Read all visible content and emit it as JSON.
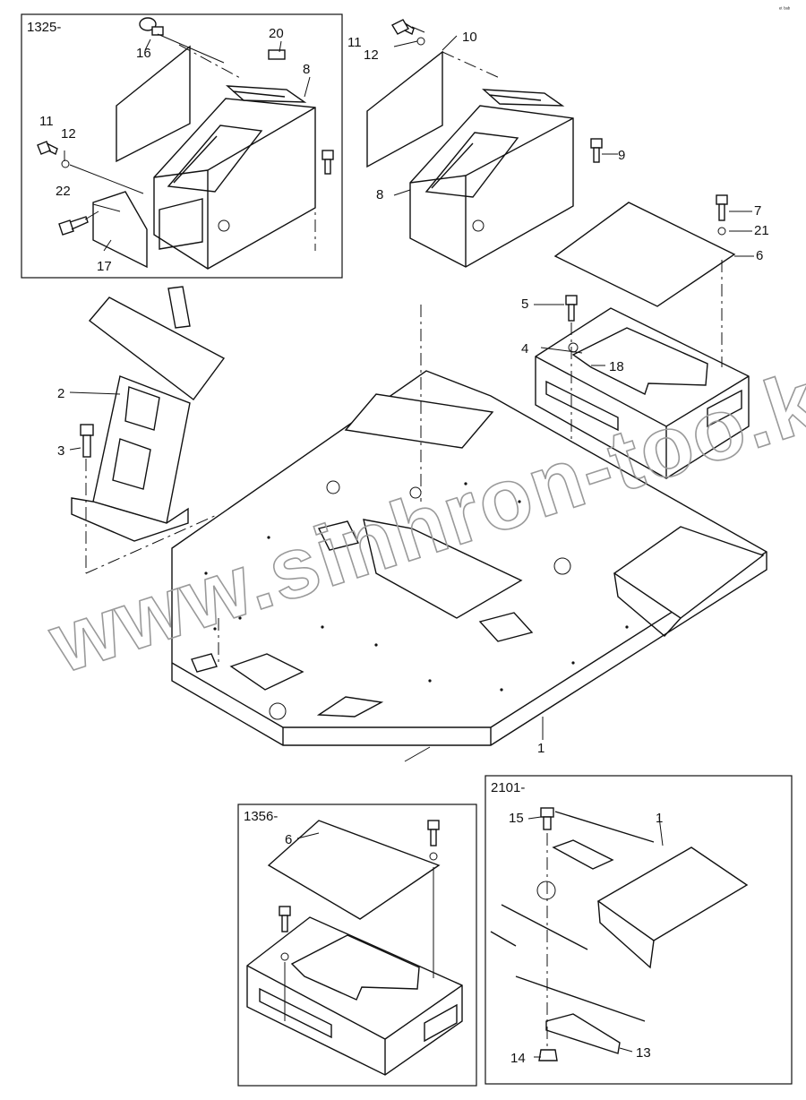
{
  "watermark": "www.sinhron-too.kz",
  "corner_note": "ᵉᵗ ᵇᵃᵇ",
  "insets": {
    "inset_1325": "1325-",
    "inset_1356": "1356-",
    "inset_2101": "2101-"
  },
  "callouts": {
    "c1": "1",
    "c2": "2",
    "c3": "3",
    "c4": "4",
    "c5": "5",
    "c6": "6",
    "c7": "7",
    "c8": "8",
    "c9": "9",
    "c10": "10",
    "c11": "11",
    "c12": "12",
    "c16": "16",
    "c17": "17",
    "c18": "18",
    "c20": "20",
    "c21": "21",
    "c22": "22",
    "i1325_8": "8",
    "i1325_11": "11",
    "i1325_12": "12",
    "i1325_16": "16",
    "i1325_17": "17",
    "i1325_20": "20",
    "i1325_22": "22",
    "i1356_6": "6",
    "i2101_1": "1",
    "i2101_13": "13",
    "i2101_14": "14",
    "i2101_15": "15"
  }
}
